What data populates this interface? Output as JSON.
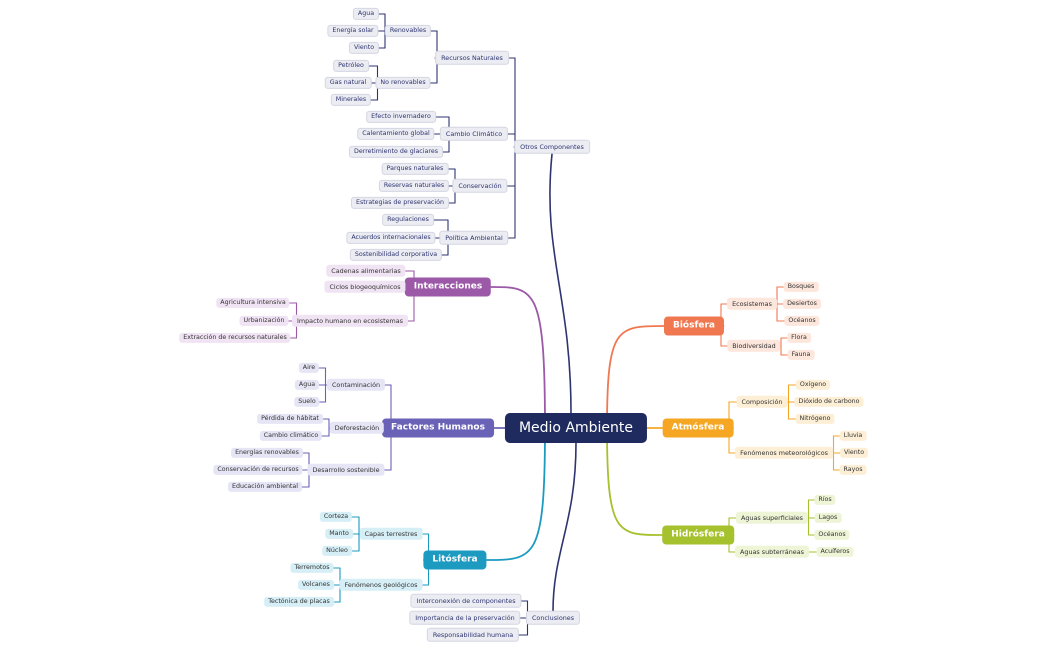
{
  "center": "Medio Ambiente",
  "branches": [
    {
      "key": "otros",
      "label": "Otros Componentes",
      "color": "#2e3470",
      "style": "plain",
      "children": [
        {
          "label": "Recursos Naturales",
          "children": [
            {
              "label": "Renovables",
              "children": [
                "Agua",
                "Energía solar",
                "Viento"
              ]
            },
            {
              "label": "No renovables",
              "children": [
                "Petróleo",
                "Gas natural",
                "Minerales"
              ]
            }
          ]
        },
        {
          "label": "Cambio Climático",
          "children": [
            "Efecto invernadero",
            "Calentamiento global",
            "Derretimiento de glaciares"
          ]
        },
        {
          "label": "Conservación",
          "children": [
            "Parques naturales",
            "Reservas naturales",
            "Estrategias de preservación"
          ]
        },
        {
          "label": "Política Ambiental",
          "children": [
            "Regulaciones",
            "Acuerdos internacionales",
            "Sostenibilidad corporativa"
          ]
        }
      ]
    },
    {
      "key": "interacciones",
      "label": "Interacciones",
      "color": "#9b59a8",
      "light": "#f0e3f3",
      "children": [
        {
          "label": "Cadenas alimentarias"
        },
        {
          "label": "Ciclos biogeoquímicos"
        },
        {
          "label": "Impacto humano en ecosistemas",
          "children": [
            "Agricultura intensiva",
            "Urbanización",
            "Extracción de recursos naturales"
          ]
        }
      ]
    },
    {
      "key": "factores",
      "label": "Factores Humanos",
      "color": "#6a62b6",
      "light": "#e6e5f5",
      "children": [
        {
          "label": "Contaminación",
          "children": [
            "Aire",
            "Agua",
            "Suelo"
          ]
        },
        {
          "label": "Deforestación",
          "children": [
            "Pérdida de hábitat",
            "Cambio climático"
          ]
        },
        {
          "label": "Desarrollo sostenible",
          "children": [
            "Energías renovables",
            "Conservación de recursos",
            "Educación ambiental"
          ]
        }
      ]
    },
    {
      "key": "litosfera",
      "label": "Litósfera",
      "color": "#1c9ac0",
      "light": "#d6eff6",
      "children": [
        {
          "label": "Capas terrestres",
          "children": [
            "Corteza",
            "Manto",
            "Núcleo"
          ]
        },
        {
          "label": "Fenómenos geológicos",
          "children": [
            "Terremotos",
            "Volcanes",
            "Tectónica de placas"
          ]
        }
      ]
    },
    {
      "key": "conclusiones",
      "label": "Conclusiones",
      "color": "#2e3470",
      "style": "plain",
      "children": [
        {
          "label": "Interconexión de componentes"
        },
        {
          "label": "Importancia de la preservación"
        },
        {
          "label": "Responsabilidad humana"
        }
      ]
    },
    {
      "key": "biosfera",
      "label": "Biósfera",
      "color": "#f07850",
      "light": "#fde6dc",
      "children": [
        {
          "label": "Ecosistemas",
          "children": [
            "Bosques",
            "Desiertos",
            "Océanos"
          ]
        },
        {
          "label": "Biodiversidad",
          "children": [
            "Flora",
            "Fauna"
          ]
        }
      ]
    },
    {
      "key": "atmosfera",
      "label": "Atmósfera",
      "color": "#f5a623",
      "light": "#fdefd6",
      "children": [
        {
          "label": "Composición",
          "children": [
            "Oxígeno",
            "Dióxido de carbono",
            "Nitrógeno"
          ]
        },
        {
          "label": "Fenómenos meteorológicos",
          "children": [
            "Lluvia",
            "Viento",
            "Rayos"
          ]
        }
      ]
    },
    {
      "key": "hidrosfera",
      "label": "Hidrósfera",
      "color": "#a5c12e",
      "light": "#eef4d6",
      "children": [
        {
          "label": "Aguas superficiales",
          "children": [
            "Ríos",
            "Lagos",
            "Océanos"
          ]
        },
        {
          "label": "Aguas subterráneas",
          "children": [
            "Acuíferos"
          ]
        }
      ]
    }
  ]
}
